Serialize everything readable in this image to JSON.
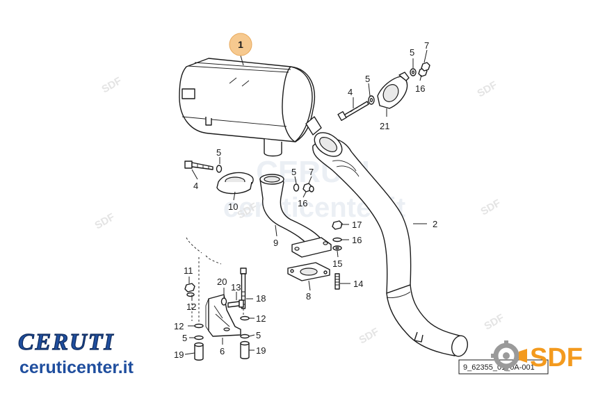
{
  "diagram": {
    "callouts": [
      {
        "id": "c1",
        "label": "1"
      },
      {
        "id": "c2",
        "label": "2"
      },
      {
        "id": "c4a",
        "label": "4"
      },
      {
        "id": "c5a",
        "label": "5"
      },
      {
        "id": "c5b",
        "label": "5"
      },
      {
        "id": "c7a",
        "label": "7"
      },
      {
        "id": "c16a",
        "label": "16"
      },
      {
        "id": "c21",
        "label": "21"
      },
      {
        "id": "c5c",
        "label": "5"
      },
      {
        "id": "c4b",
        "label": "4"
      },
      {
        "id": "c10",
        "label": "10"
      },
      {
        "id": "c5d",
        "label": "5"
      },
      {
        "id": "c7b",
        "label": "7"
      },
      {
        "id": "c16b",
        "label": "16"
      },
      {
        "id": "c9",
        "label": "9"
      },
      {
        "id": "c17",
        "label": "17"
      },
      {
        "id": "c16c",
        "label": "16"
      },
      {
        "id": "c15",
        "label": "15"
      },
      {
        "id": "c14",
        "label": "14"
      },
      {
        "id": "c8",
        "label": "8"
      },
      {
        "id": "c11",
        "label": "11"
      },
      {
        "id": "c12a",
        "label": "12"
      },
      {
        "id": "c20",
        "label": "20"
      },
      {
        "id": "c13",
        "label": "13"
      },
      {
        "id": "c18",
        "label": "18"
      },
      {
        "id": "c12b",
        "label": "12"
      },
      {
        "id": "c12c",
        "label": "12"
      },
      {
        "id": "c5e",
        "label": "5"
      },
      {
        "id": "c5f",
        "label": "5"
      },
      {
        "id": "c6",
        "label": "6"
      },
      {
        "id": "c19a",
        "label": "19"
      },
      {
        "id": "c19b",
        "label": "19"
      }
    ],
    "drawing_code": "9_62355_01_0A-001"
  },
  "branding": {
    "dealer_name": "CERUTI",
    "dealer_url": "ceruticenter.it",
    "maker_logo_text": "SDF",
    "watermark_text": "ceruticenter.it",
    "watermark_brand": "CERUTI",
    "watermark_sdf": "SDF",
    "colors": {
      "dealer_blue": "#1f4e9e",
      "sdf_orange": "#f39a1e",
      "sdf_gray": "#9a9a9a",
      "badge_fill": "#f6c98f",
      "watermark": "#dbe3ec"
    },
    "icons": [
      "sdf-gear-icon"
    ]
  }
}
